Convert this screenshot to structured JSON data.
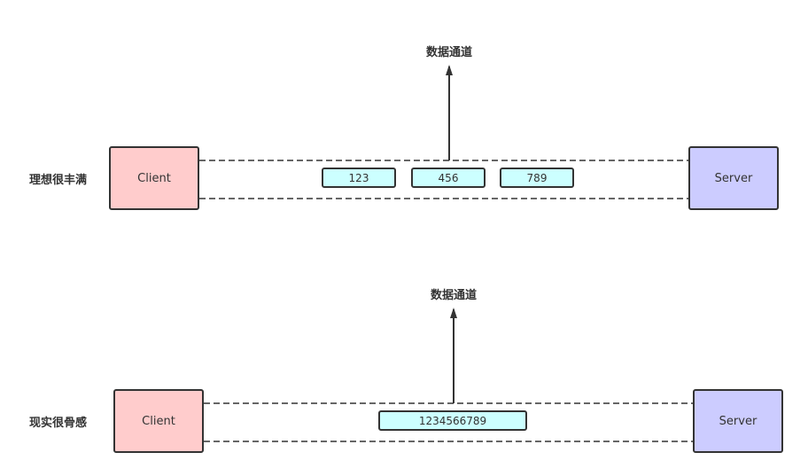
{
  "colors": {
    "client_fill": "#ffcccc",
    "server_fill": "#ccccff",
    "packet_fill": "#ccffff",
    "stroke": "#333333"
  },
  "rows": [
    {
      "label": "理想很丰满",
      "channel_label": "数据通道",
      "client": "Client",
      "server": "Server",
      "packets": [
        "123",
        "456",
        "789"
      ]
    },
    {
      "label": "现实很骨感",
      "channel_label": "数据通道",
      "client": "Client",
      "server": "Server",
      "packets": [
        "1234566789"
      ]
    }
  ]
}
